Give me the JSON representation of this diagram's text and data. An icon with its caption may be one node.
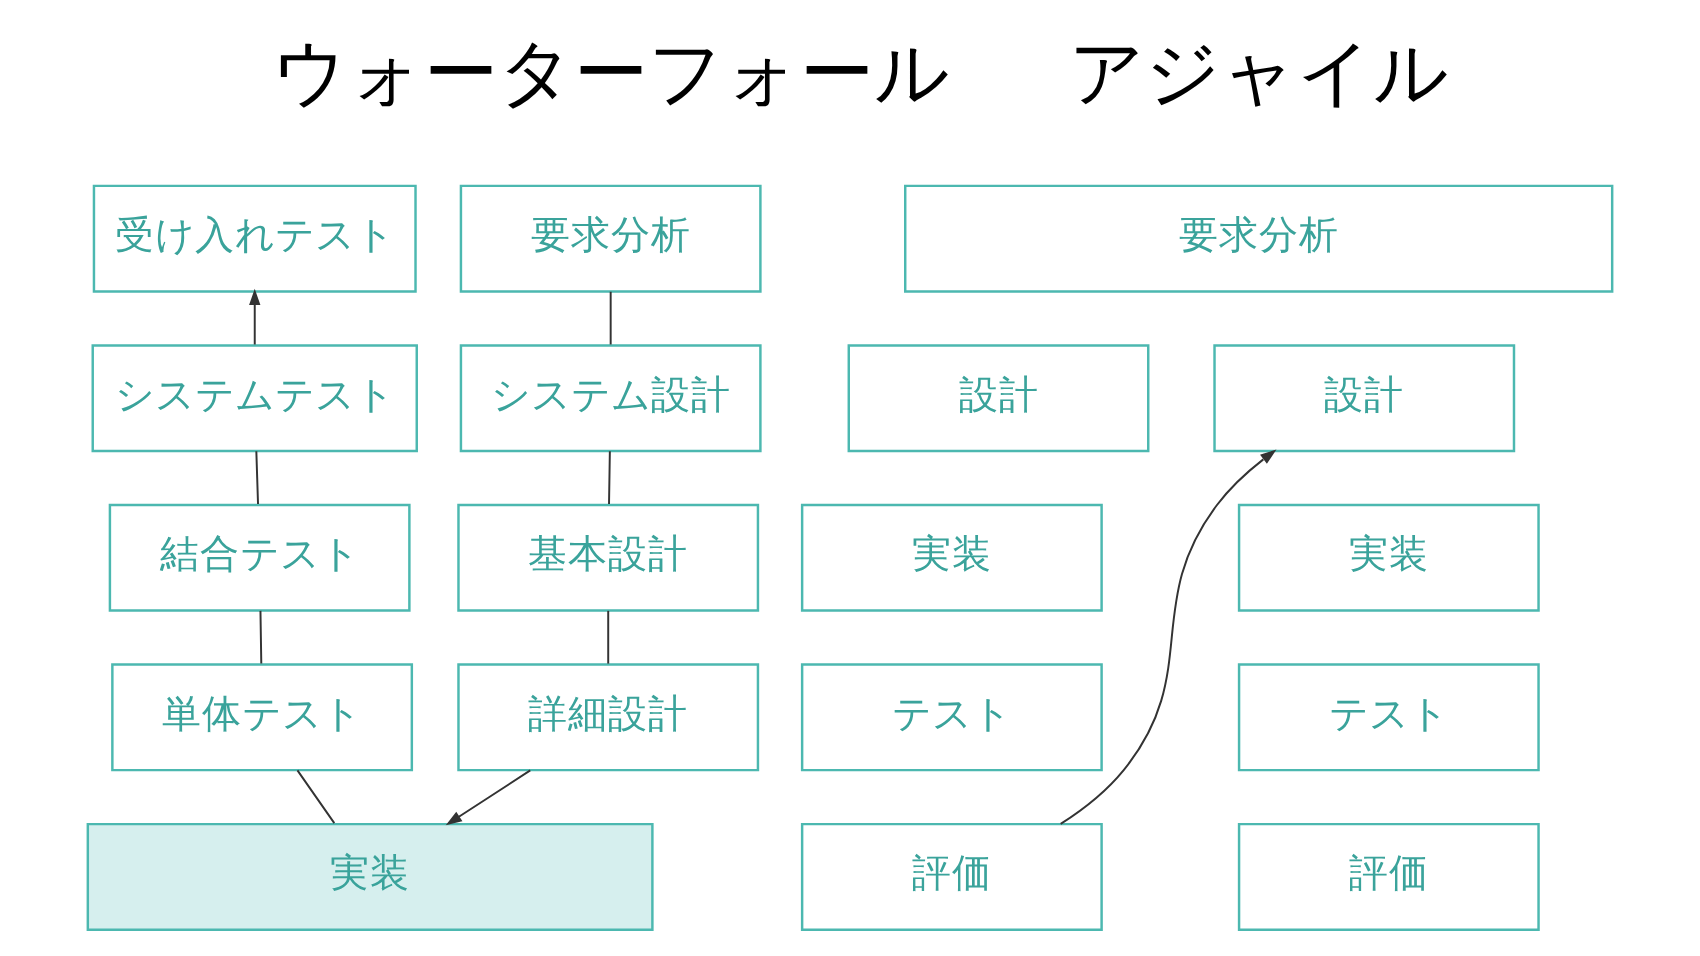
{
  "diagram": {
    "nodes": [
      {
        "text": [
          "要求分析"
        ]
      },
      {
        "text": [
          "システム設計"
        ]
      },
      {
        "text": [
          "基本設計"
        ]
      },
      {
        "text": [
          "詳細設計"
        ]
      },
      {
        "text": [
          "実装"
        ]
      },
      {
        "text": [
          "単体テスト"
        ]
      },
      {
        "text": [
          "結合テスト"
        ]
      },
      {
        "text": [
          "システムテスト"
        ]
      },
      {
        "text": [
          "受け入れテスト"
        ]
      },
      {
        "text": [
          "要求分析"
        ]
      },
      {
        "text": [
          "設計"
        ]
      },
      {
        "text": [
          "実装"
        ]
      },
      {
        "text": [
          "テスト"
        ]
      },
      {
        "text": [
          "評価"
        ]
      },
      {
        "text": [
          "設計"
        ]
      },
      {
        "text": [
          "実装"
        ]
      },
      {
        "text": [
          "テスト"
        ]
      },
      {
        "text": [
          "評価"
        ]
      }
    ],
    "edges": [
      {
        "from": 0,
        "to": 1,
        "arrow": "none"
      },
      {
        "from": 1,
        "to": 2,
        "arrow": "none"
      },
      {
        "from": 2,
        "to": 3,
        "arrow": "none"
      },
      {
        "from": 3,
        "to": 4,
        "arrow": "to"
      },
      {
        "from": 4,
        "to": 5,
        "arrow": "none"
      },
      {
        "from": 5,
        "to": 6,
        "arrow": "none"
      },
      {
        "from": 6,
        "to": 7,
        "arrow": "none"
      },
      {
        "from": 7,
        "to": 8,
        "arrow": "to"
      },
      {
        "from": 13,
        "to": 14,
        "arrow": "to"
      }
    ],
    "labels": [
      "ウォーターフォール",
      "アジャイル"
    ]
  }
}
